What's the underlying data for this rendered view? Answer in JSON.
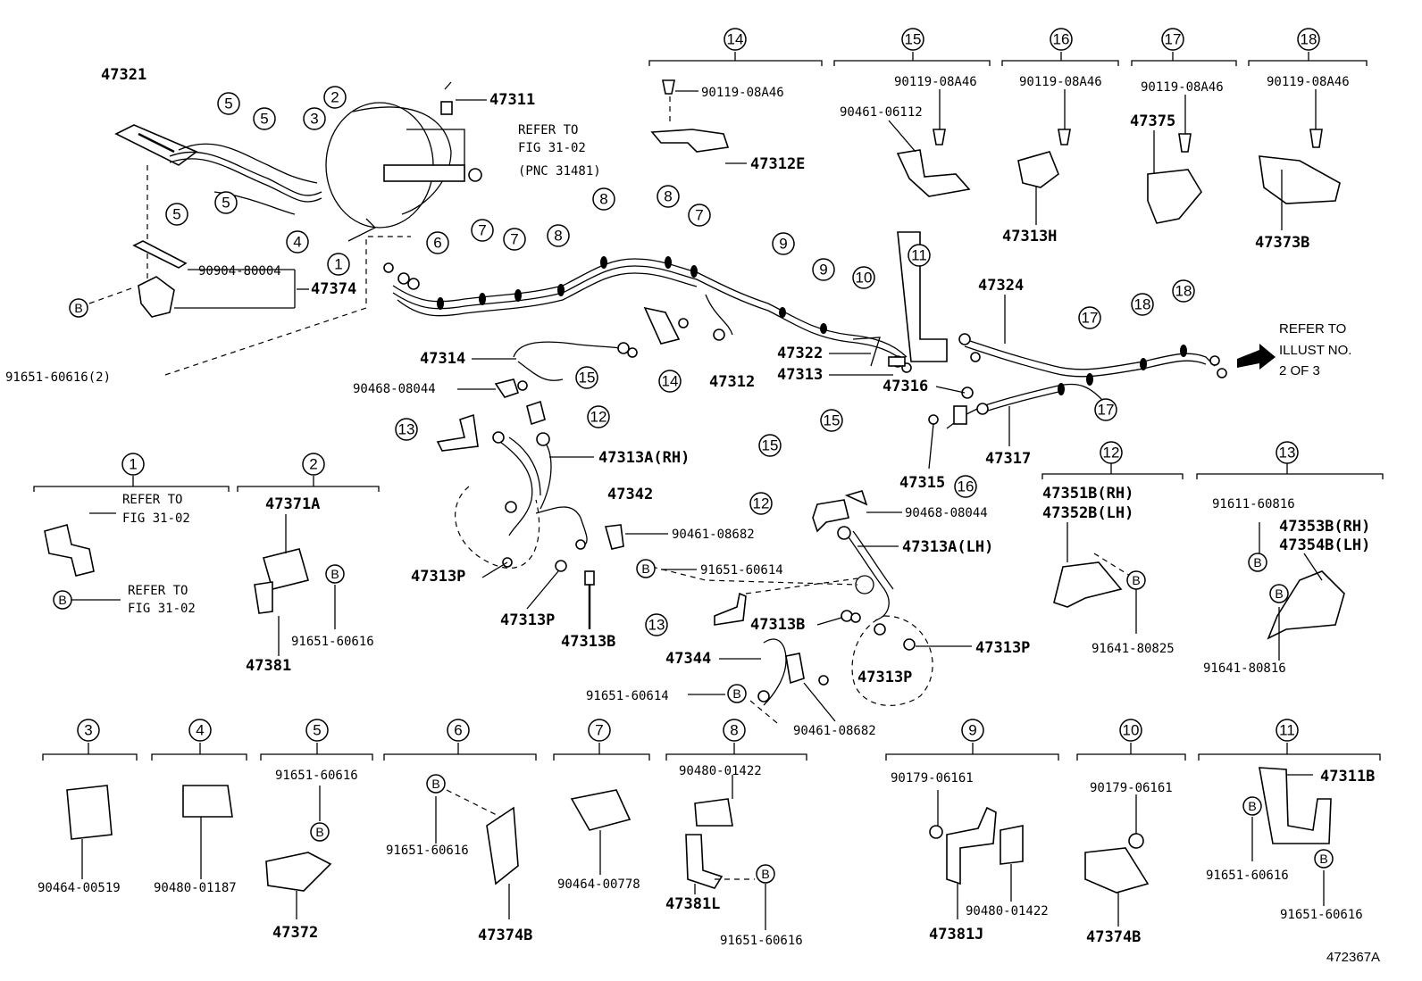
{
  "figure_id": "472367A",
  "notes": {
    "refer_fig_top": [
      "REFER TO",
      "FIG 31-02",
      "(PNC 31481)"
    ],
    "refer_illust": [
      "REFER TO",
      "ILLUST NO.",
      "2 OF 3"
    ],
    "refer_fig_1a": [
      "REFER TO",
      "FIG 31-02"
    ],
    "refer_fig_1b": [
      "REFER TO",
      "FIG 31-02"
    ]
  },
  "main_parts": {
    "p47321": "47321",
    "p47311": "47311",
    "p90904": "90904-80004",
    "p47374": "47374",
    "p91651_2": "91651-60616(2)",
    "p47314": "47314",
    "p90468a": "90468-08044",
    "p47312": "47312",
    "p47322": "47322",
    "p47313": "47313",
    "p47316": "47316",
    "p47324": "47324",
    "p47317": "47317",
    "p47315": "47315",
    "p90468b": "90468-08044",
    "p47313a_rh": "47313A(RH)",
    "p47342": "47342",
    "p90461a": "90461-08682",
    "p91651_614a": "91651-60614",
    "p47313p_1": "47313P",
    "p47313p_2": "47313P",
    "p47313b_1": "47313B",
    "p47313a_lh": "47313A(LH)",
    "p47313b_2": "47313B",
    "p47344": "47344",
    "p47313p_3": "47313P",
    "p47313p_4": "47313P",
    "p91651_614b": "91651-60614",
    "p90461b": "90461-08682"
  },
  "detail_14": {
    "num": "14",
    "bolt": "90119-08A46",
    "part": "47312E"
  },
  "detail_15": {
    "num": "15",
    "bolt": "90119-08A46",
    "nut": "90461-06112"
  },
  "detail_16": {
    "num": "16",
    "bolt": "90119-08A46",
    "part": "47313H"
  },
  "detail_17": {
    "num": "17",
    "bolt": "90119-08A46",
    "part": "47375"
  },
  "detail_18": {
    "num": "18",
    "bolt": "90119-08A46",
    "part": "47373B"
  },
  "detail_1": {
    "num": "1"
  },
  "detail_2": {
    "num": "2",
    "part": "47371A",
    "bolt": "91651-60616",
    "clip": "47381"
  },
  "detail_12": {
    "num": "12",
    "part_rh": "47351B(RH)",
    "part_lh": "47352B(LH)",
    "bolt": "91641-80825"
  },
  "detail_13": {
    "num": "13",
    "bolt1": "91611-60816",
    "part_rh": "47353B(RH)",
    "part_lh": "47354B(LH)",
    "bolt2": "91641-80816"
  },
  "detail_3": {
    "num": "3",
    "part": "90464-00519"
  },
  "detail_4": {
    "num": "4",
    "part": "90480-01187"
  },
  "detail_5": {
    "num": "5",
    "bolt": "91651-60616",
    "part": "47372"
  },
  "detail_6": {
    "num": "6",
    "bolt": "91651-60616",
    "part": "47374B"
  },
  "detail_7": {
    "num": "7",
    "part": "90464-00778"
  },
  "detail_8": {
    "num": "8",
    "clamp": "90480-01422",
    "part": "47381L",
    "bolt": "91651-60616"
  },
  "detail_9": {
    "num": "9",
    "nut": "90179-06161",
    "clamp": "90480-01422",
    "part": "47381J"
  },
  "detail_10": {
    "num": "10",
    "nut": "90179-06161",
    "part": "47374B"
  },
  "detail_11": {
    "num": "11",
    "part": "47311B",
    "bolt1": "91651-60616",
    "bolt2": "91651-60616"
  },
  "callouts": [
    "1",
    "2",
    "3",
    "4",
    "5",
    "6",
    "7",
    "8",
    "9",
    "10",
    "11",
    "12",
    "13",
    "14",
    "15",
    "16",
    "17",
    "18"
  ],
  "bolt_marker": "B"
}
